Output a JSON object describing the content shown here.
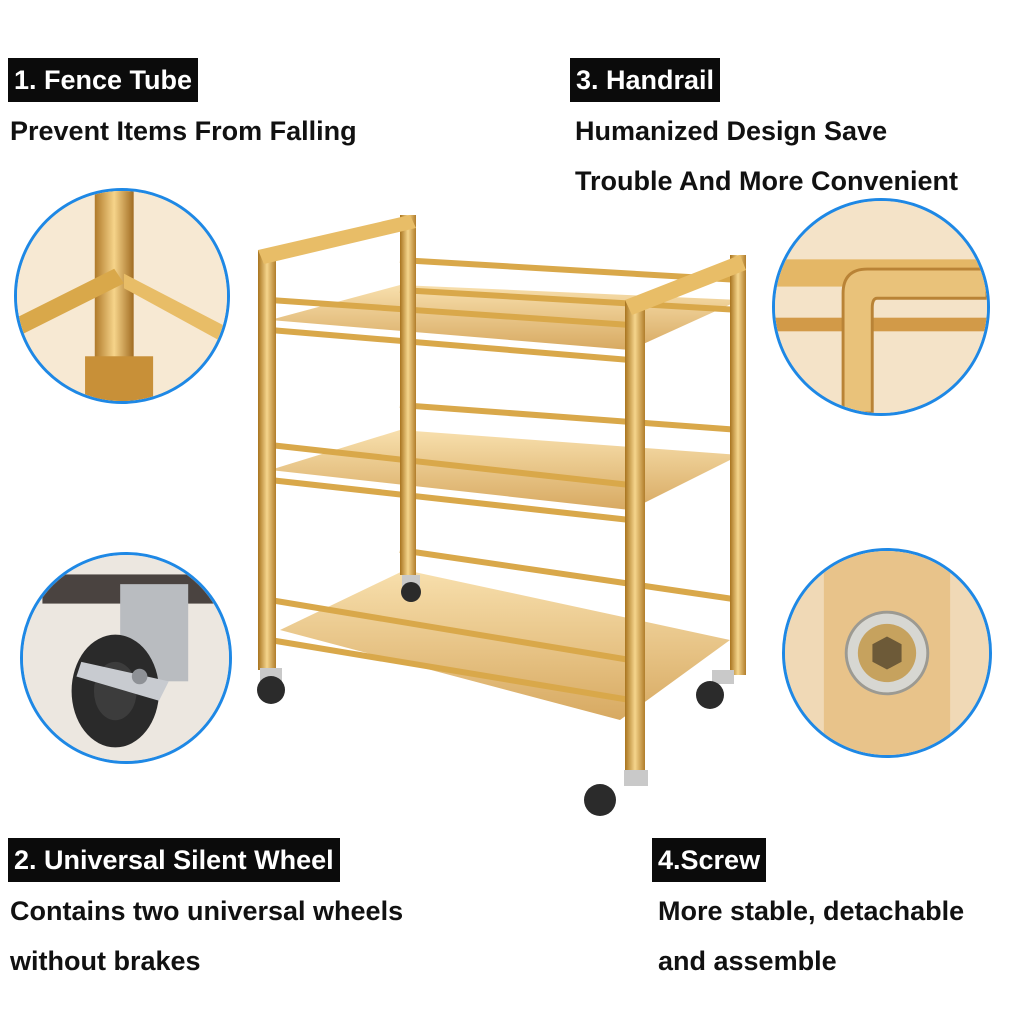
{
  "features": [
    {
      "label": "1. Fence Tube",
      "description": [
        "Prevent Items From Falling"
      ]
    },
    {
      "label": "2. Universal Silent Wheel",
      "description": [
        "Contains two universal wheels",
        "without brakes"
      ]
    },
    {
      "label": "3. Handrail",
      "description": [
        "Humanized Design Save",
        "Trouble And More Convenient"
      ]
    },
    {
      "label": "4.Screw",
      "description": [
        "More stable, detachable",
        "and assemble"
      ]
    }
  ],
  "colors": {
    "gold": "#d9a84a",
    "gold_light": "#f3d38a",
    "gold_dark": "#9a6a1e",
    "circle_border": "#1e88e5",
    "label_bg": "#0b0b0b"
  }
}
